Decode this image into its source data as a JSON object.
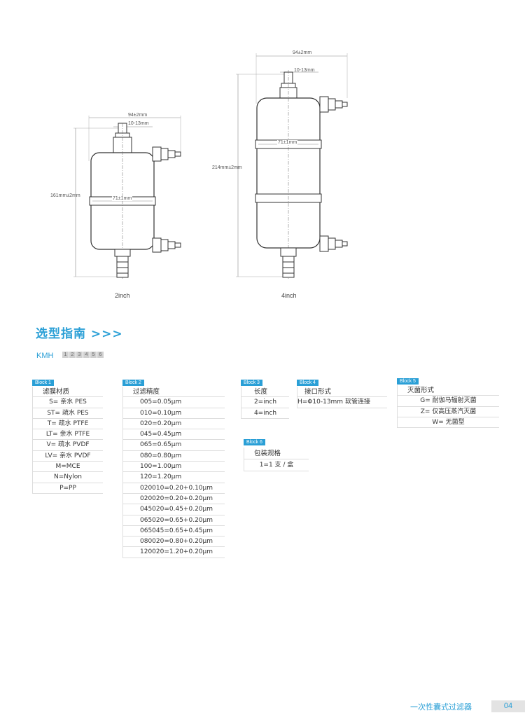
{
  "diagram_2inch": {
    "dim_width": "94±2mm",
    "dim_tube": "10-13mm",
    "dim_height": "161mm±2mm",
    "dim_body": "71±1mm",
    "caption": "2inch"
  },
  "diagram_4inch": {
    "dim_width": "94±2mm",
    "dim_tube": "10-13mm",
    "dim_height": "214mm±2mm",
    "dim_body": "71±1mm",
    "caption": "4inch"
  },
  "guide": {
    "title": "选型指南 >>>",
    "model_prefix": "KMH",
    "code_slots": [
      "1",
      "2",
      "3",
      "4",
      "5",
      "6"
    ]
  },
  "blocks": [
    {
      "tag": "Block 1",
      "heading": "滤膜材质",
      "items": [
        "S= 亲水 PES",
        "ST= 疏水 PES",
        "T= 疏水 PTFE",
        "LT= 亲水 PTFE",
        "V= 疏水 PVDF",
        "LV= 亲水 PVDF",
        "M=MCE",
        "N=Nylon",
        "P=PP"
      ]
    },
    {
      "tag": "Block 2",
      "heading": "过滤精度",
      "items": [
        "005=0.05μm",
        "010=0.10μm",
        "020=0.20μm",
        "045=0.45μm",
        "065=0.65μm",
        "080=0.80μm",
        "100=1.00μm",
        "120=1.20μm",
        "020010=0.20+0.10μm",
        "020020=0.20+0.20μm",
        "045020=0.45+0.20μm",
        "065020=0.65+0.20μm",
        "065045=0.65+0.45μm",
        "080020=0.80+0.20μm",
        "120020=1.20+0.20μm"
      ]
    },
    {
      "tag": "Block 3",
      "heading": "长度",
      "items": [
        "2=inch",
        "4=inch"
      ]
    },
    {
      "tag": "Block 4",
      "heading": "接口形式",
      "items": [
        "H=Φ10-13mm 软管连接"
      ]
    },
    {
      "tag": "Block 5",
      "heading": "灭菌形式",
      "items": [
        "G= 耐伽马辐射灭菌",
        "Z= 仅高压蒸汽灭菌",
        "W= 无菌型"
      ]
    },
    {
      "tag": "Block 6",
      "heading": "包装规格",
      "items": [
        "1=1 支 / 盒"
      ]
    }
  ],
  "footer": {
    "title": "一次性囊式过滤器",
    "page_number": "04"
  }
}
